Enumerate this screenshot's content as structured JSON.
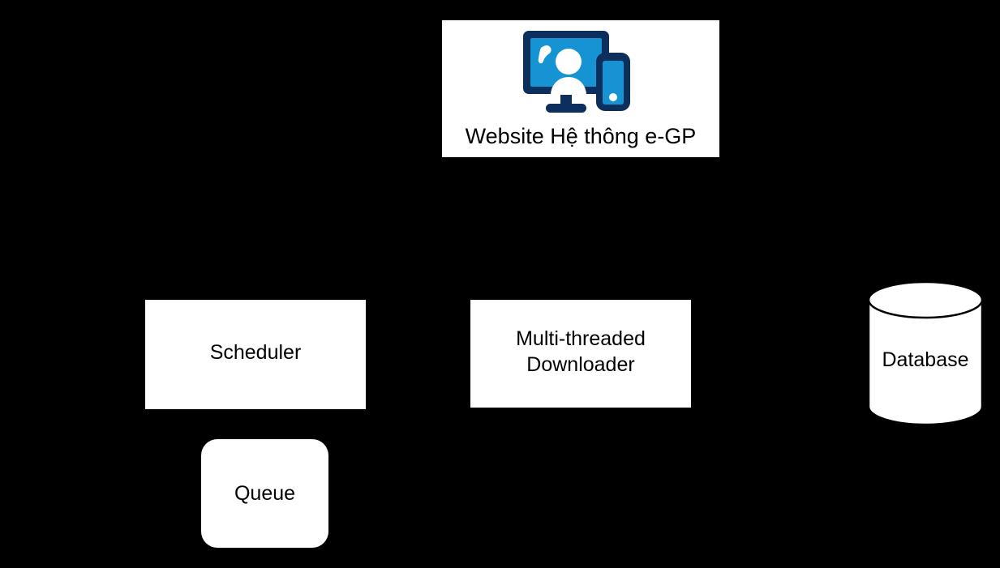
{
  "diagram": {
    "title": "",
    "background_color": "#000000",
    "node_fill": "#ffffff",
    "node_text_color": "#000000",
    "icon_colors": {
      "navy": "#0d2f5e",
      "light_blue": "#1593d3",
      "white": "#ffffff"
    },
    "nodes": [
      {
        "id": "website",
        "label": "Website Hệ thông e-GP",
        "shape": "rectangle",
        "icon": "desktop-mobile-user-icon"
      },
      {
        "id": "scheduler",
        "label": "Scheduler",
        "shape": "rectangle"
      },
      {
        "id": "downloader",
        "label": "Multi-threaded\nDownloader",
        "shape": "rectangle"
      },
      {
        "id": "queue",
        "label": "Queue",
        "shape": "rounded-rectangle"
      },
      {
        "id": "database",
        "label": "Database",
        "shape": "cylinder"
      }
    ]
  }
}
